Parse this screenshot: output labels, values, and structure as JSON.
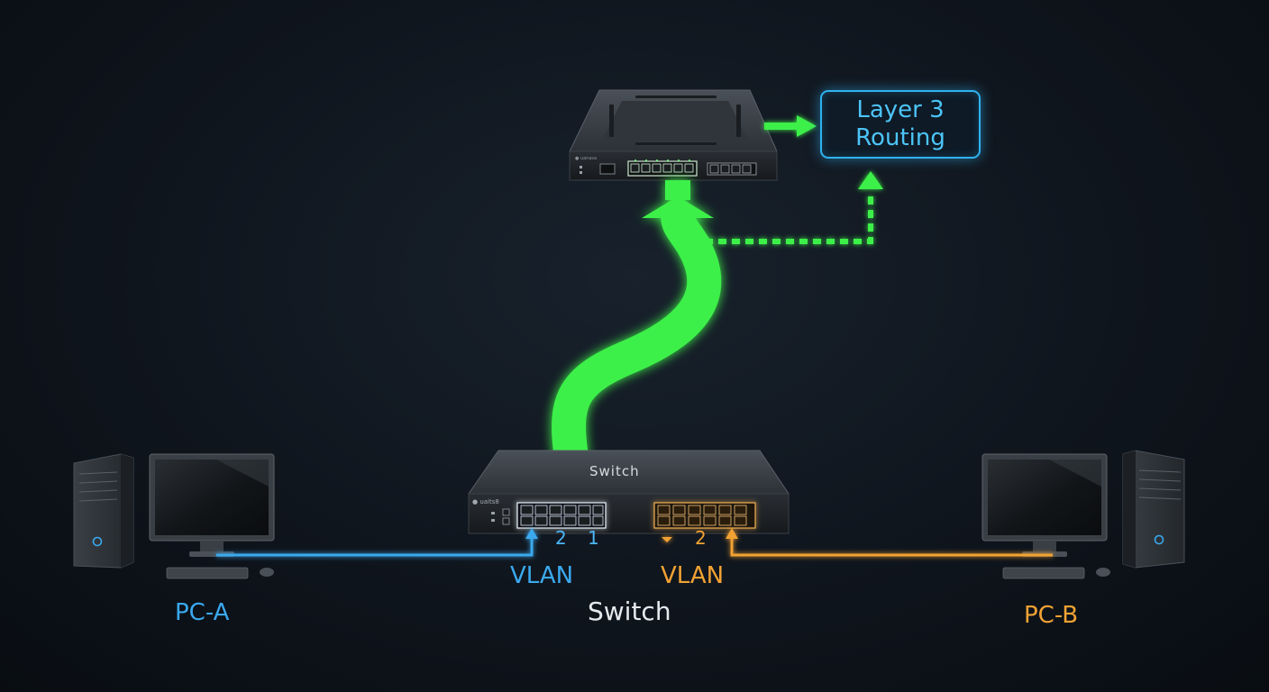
{
  "diagram": {
    "pc_a_label": "PC-A",
    "pc_b_label": "PC-B",
    "switch_label": "Switch",
    "switch_brand": "Switch",
    "vlan_left_label": "VLAN",
    "vlan_right_label": "VLAN",
    "port_numbers_left": [
      "2",
      "1"
    ],
    "port_numbers_right": [
      "2"
    ],
    "layer3_box": {
      "line1": "Layer 3",
      "line2": "Routing"
    }
  },
  "colors": {
    "background": "#0c1118",
    "vlan_blue": "#3aa9ee",
    "vlan_orange": "#f2a233",
    "trunk_green": "#3cf04a",
    "routing_box_border": "#2fb2f0"
  },
  "icons": {
    "pc_a": "desktop-computer-icon",
    "pc_b": "desktop-computer-icon",
    "switch": "network-switch-icon",
    "router": "router-icon"
  }
}
